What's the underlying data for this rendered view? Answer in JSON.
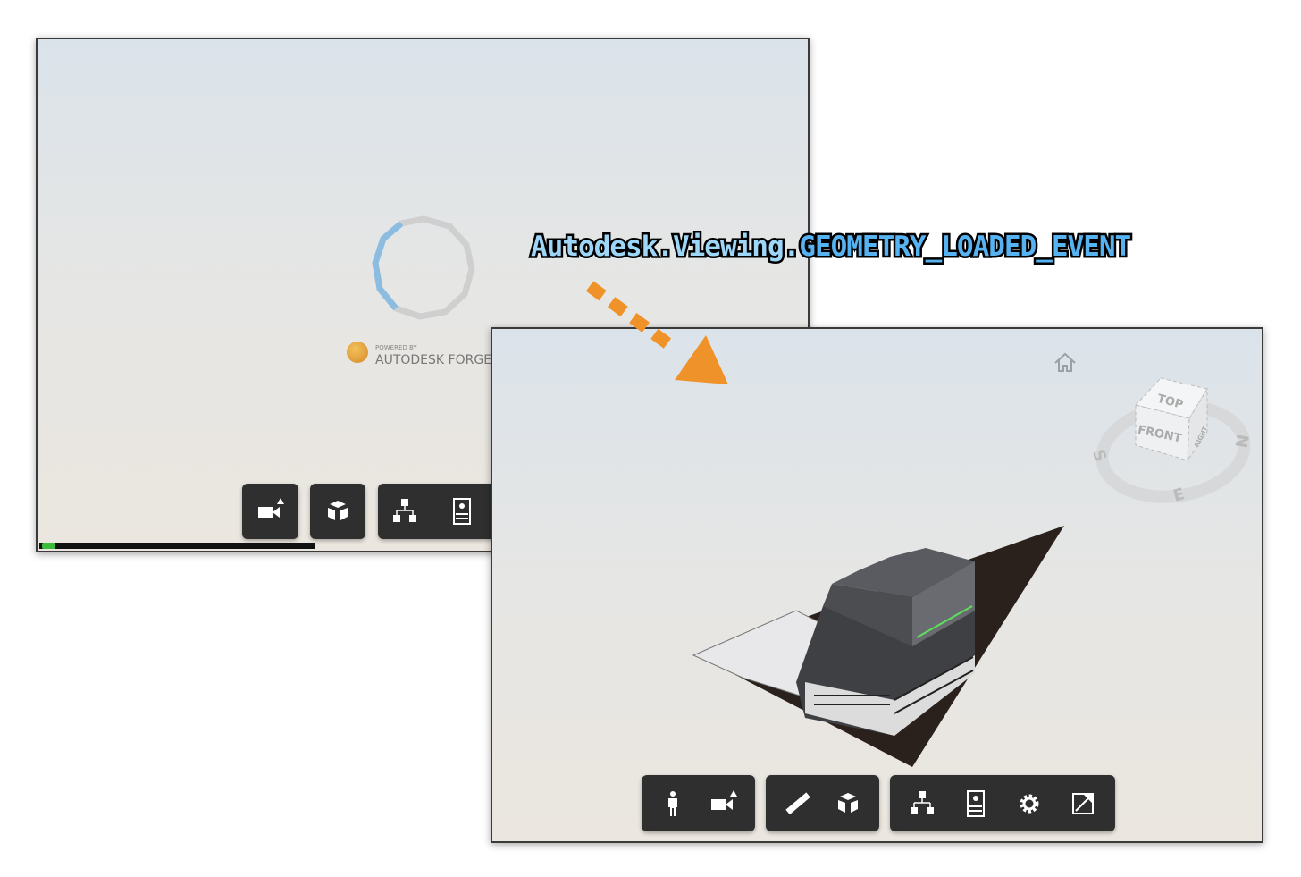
{
  "loading_viewer": {
    "powered_by": "POWERED BY",
    "brand": "AUTODESK FORGE",
    "progress_percent": 5,
    "toolbar": [
      [
        "camera-icon"
      ],
      [
        "cube-icon"
      ],
      [
        "structure-icon",
        "properties-icon"
      ]
    ]
  },
  "event_label": {
    "namespace": "Autodesk.Viewing.",
    "event": "GEOMETRY_LOADED_EVENT"
  },
  "loaded_viewer": {
    "viewcube": {
      "top": "TOP",
      "front": "FRONT",
      "right": "RIGHT",
      "compass": {
        "n": "N",
        "s": "S",
        "e": "E"
      }
    },
    "toolbar": [
      [
        "walk-icon",
        "camera-icon"
      ],
      [
        "measure-icon",
        "explode-icon"
      ],
      [
        "structure-icon",
        "properties-icon",
        "settings-icon",
        "fullscreen-icon"
      ]
    ]
  },
  "colors": {
    "arrow": "#f0922a",
    "progress": "#3dbb3d",
    "toolbar": "#2f2f2f"
  }
}
